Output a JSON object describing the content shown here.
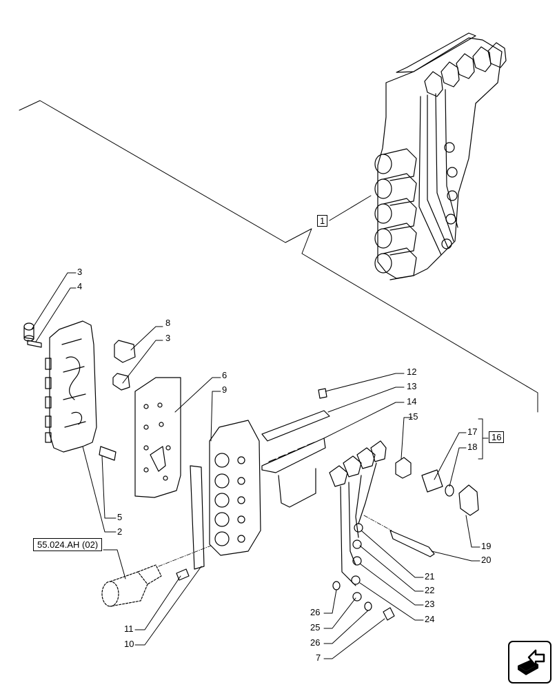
{
  "reference_link": "55.024.AH (02)",
  "callouts": {
    "c1": "1",
    "c2": "2",
    "c3a": "3",
    "c3b": "3",
    "c4": "4",
    "c5": "5",
    "c6": "6",
    "c7": "7",
    "c8": "8",
    "c9": "9",
    "c10": "10",
    "c11": "11",
    "c12": "12",
    "c13": "13",
    "c14": "14",
    "c15": "15",
    "c16": "16",
    "c17": "17",
    "c18": "18",
    "c19": "19",
    "c20": "20",
    "c21": "21",
    "c22": "22",
    "c23": "23",
    "c24": "24",
    "c25": "25",
    "c26a": "26",
    "c26b": "26"
  },
  "icons": {
    "navigation": "arrow-navigation-icon"
  }
}
